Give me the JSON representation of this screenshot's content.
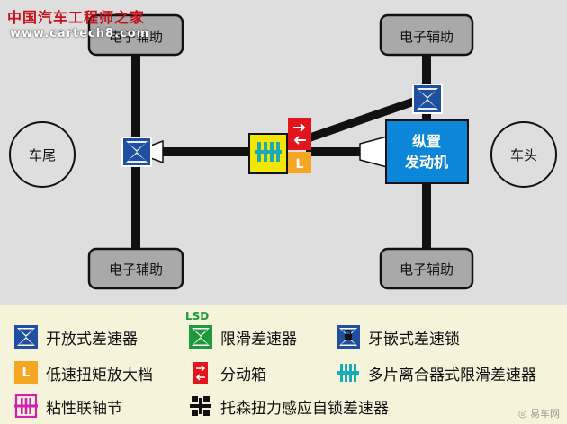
{
  "watermark": {
    "line1": "中国汽车工程师之家",
    "line2": "www.cartech8.com"
  },
  "diagram": {
    "wheels": {
      "front_left": "电子辅助",
      "rear_left": "电子辅助",
      "front_right": "电子辅助",
      "rear_right": "电子辅助"
    },
    "rear_label": "车尾",
    "front_label": "车头",
    "engine": {
      "line1": "纵置",
      "line2": "发动机"
    },
    "lsd_badge": "L",
    "colors": {
      "background": "#dedede",
      "shaft": "#111111",
      "engine_blue": "#0b86d8",
      "diff_blue": "#1f4fa0",
      "transfer_red": "#e2141d",
      "range_orange": "#f6a623",
      "center_yellow": "#f3e600",
      "coupling_cyan": "#1aaab8"
    }
  },
  "legend": {
    "items": [
      {
        "icon": "open-differential-icon",
        "label": "开放式差速器"
      },
      {
        "icon": "limited-slip-differential-icon",
        "label": "限滑差速器",
        "badge": "LSD"
      },
      {
        "icon": "locking-differential-icon",
        "label": "牙嵌式差速锁"
      },
      {
        "icon": "low-range-icon",
        "label": "低速扭矩放大档",
        "badge": "L"
      },
      {
        "icon": "transfer-case-icon",
        "label": "分动箱"
      },
      {
        "icon": "multi-plate-clutch-lsd-icon",
        "label": "多片离合器式限滑差速器"
      },
      {
        "icon": "viscous-coupling-icon",
        "label": "粘性联轴节"
      },
      {
        "icon": "torsen-differential-icon",
        "label": "托森扭力感应自锁差速器"
      }
    ],
    "source": "易车网"
  }
}
